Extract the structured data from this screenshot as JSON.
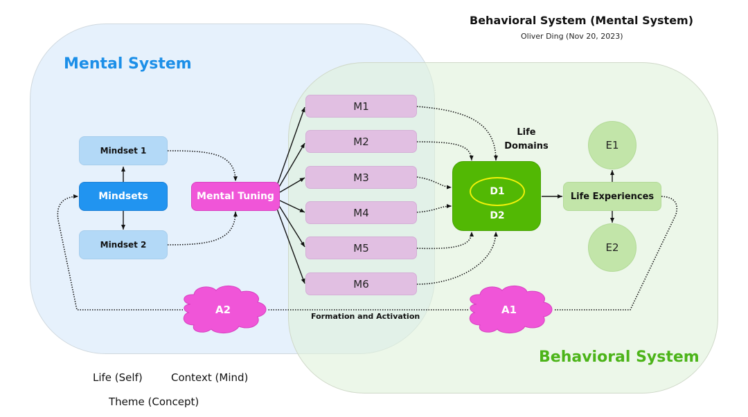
{
  "header": {
    "title": "Behavioral System (Mental System)",
    "author": "Oliver Ding (Nov 20, 2023)"
  },
  "regions": {
    "mental": {
      "label": "Mental System",
      "color": "#1c8fe8"
    },
    "behavioral": {
      "label": "Behavioral System",
      "color": "#4cb419"
    },
    "overlap": {
      "label": "Formation and Activation"
    }
  },
  "nodes": {
    "mindset1": "Mindset 1",
    "mindsets": "Mindsets",
    "mindset2": "Mindset 2",
    "mental_tuning": "Mental Tuning",
    "m": [
      "M1",
      "M2",
      "M3",
      "M4",
      "M5",
      "M6"
    ],
    "life_domains_label": "Life Domains",
    "d1": "D1",
    "d2": "D2",
    "life_experiences": "Life Experiences",
    "e1": "E1",
    "e2": "E2",
    "a1": "A1",
    "a2": "A2"
  },
  "colors": {
    "mindset_light": "#b3d9f7",
    "mindsets": "#2194f0",
    "mental_tuning": "#f055d8",
    "m_nodes": "#e1bfe2",
    "domains": "#52b804",
    "d1_outline": "#f2f20a",
    "experiences": "#c2e5a9",
    "clouds": "#f055d8"
  },
  "legend": {
    "life": "Life (Self)",
    "context": "Context (Mind)",
    "theme": "Theme (Concept)"
  }
}
